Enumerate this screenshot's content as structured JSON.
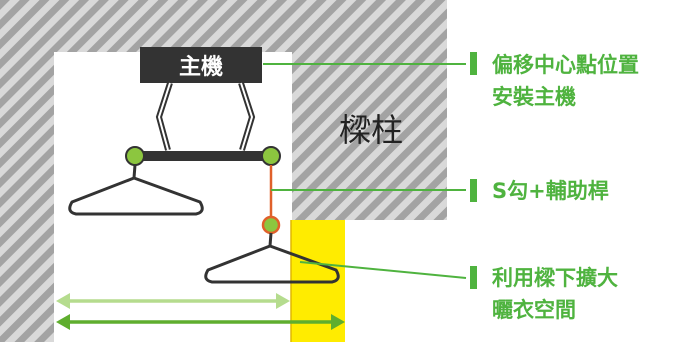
{
  "host_label": "主機",
  "beam_label": "樑柱",
  "callouts": [
    {
      "lines": [
        "偏移中心點位置",
        "安裝主機"
      ]
    },
    {
      "lines": [
        "S勾+輔助桿"
      ]
    },
    {
      "lines": [
        "利用樑下擴大",
        "曬衣空間"
      ]
    }
  ],
  "colors": {
    "hatch_bg": "#d9d9d9",
    "hatch_stripe": "#a3a3a3",
    "host_box": "#333333",
    "rod": "#333333",
    "joint": "#8cc63f",
    "s_hook_line": "#e0602a",
    "yellow_zone": "#ffec00",
    "arrow_light": "#b5dc8e",
    "arrow_dark": "#5fae2e",
    "callout_green": "#4fb33f",
    "hanger": "#333333"
  }
}
